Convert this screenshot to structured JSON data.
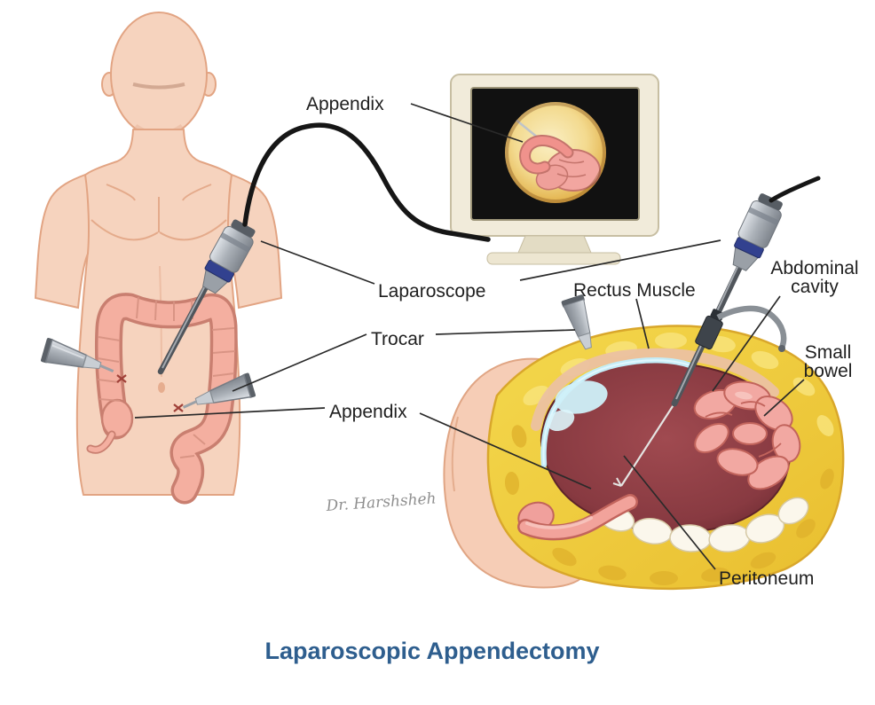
{
  "title": "Laparoscopic Appendectomy",
  "signature": "Dr. Harshsheh",
  "labels": {
    "monitor_appendix": "Appendix",
    "laparoscope": "Laparoscope",
    "trocar": "Trocar",
    "appendix": "Appendix",
    "rectus_muscle": "Rectus Muscle",
    "abdominal_cavity": {
      "line1": "Abdominal",
      "line2": "cavity"
    },
    "small_bowel": {
      "line1": "Small",
      "line2": "bowel"
    },
    "peritoneum": "Peritoneum"
  },
  "colors": {
    "title": "#2E5E8E",
    "skin": "#F6D3BE",
    "colon": "#F4AFA0",
    "fat": "#F0CC3C",
    "cavity": "#7E333A",
    "peritoneum": "#C4ECF7",
    "small_bowel": "#F2A8A2",
    "label_text": "#1F1F1F"
  }
}
